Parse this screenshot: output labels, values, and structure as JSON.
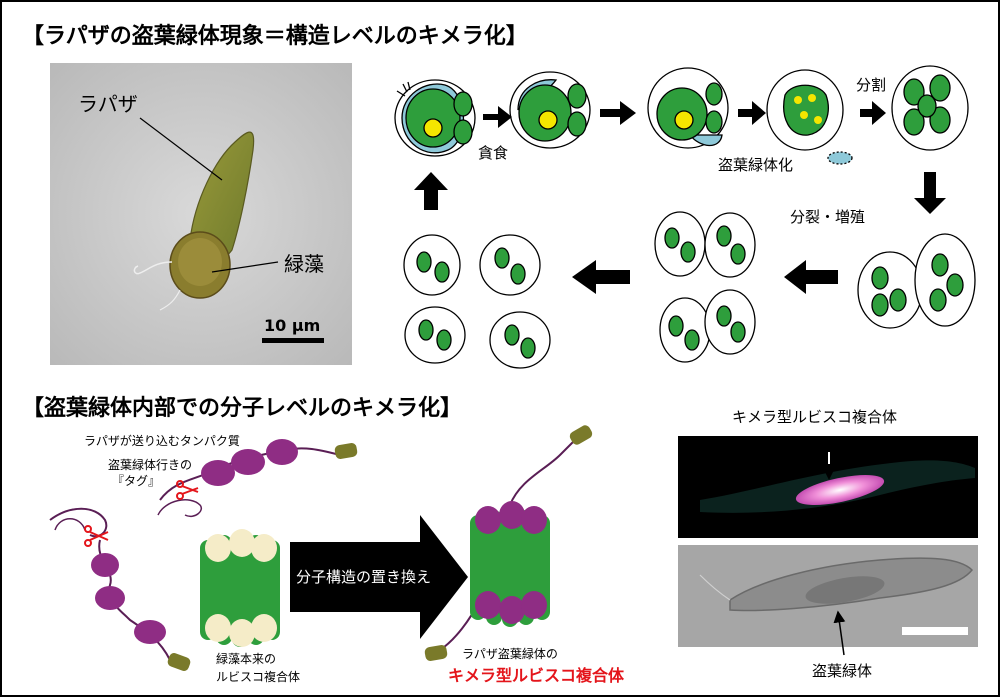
{
  "section1": {
    "title": "【ラパザの盗葉緑体現象＝構造レベルのキメラ化】",
    "micrograph": {
      "label_rapaza": "ラパザ",
      "label_alga": "緑藻",
      "scale_bar": "10 μm"
    },
    "process": {
      "step_phagocytosis": "貪食",
      "step_kleptoplast": "盗葉緑体化",
      "step_division": "分割",
      "step_proliferation": "分裂・増殖"
    }
  },
  "section2": {
    "title": "【盗葉緑体内部での分子レベルのキメラ化】",
    "protein_label": "ラパザが送り込むタンパク質",
    "tag_label_line1": "盗葉緑体行きの",
    "tag_label_line2": "『タグ』",
    "native_label_line1": "緑藻本来の",
    "native_label_line2": "ルビスコ複合体",
    "arrow_label": "分子構造の置き換え",
    "result_label_line1": "ラパザ盗葉緑体の",
    "result_label_line2": "キメラ型ルビスコ複合体",
    "fluor_label": "キメラ型ルビスコ複合体",
    "bright_label": "盗葉緑体"
  },
  "colors": {
    "chloroplast": "#2e9e3c",
    "pyrenoid": "#f5e600",
    "protein": "#8f2d84",
    "tag": "#7a7a2a",
    "cytoplasm": "#8ec9d9",
    "highlight_text": "#e4151b"
  }
}
